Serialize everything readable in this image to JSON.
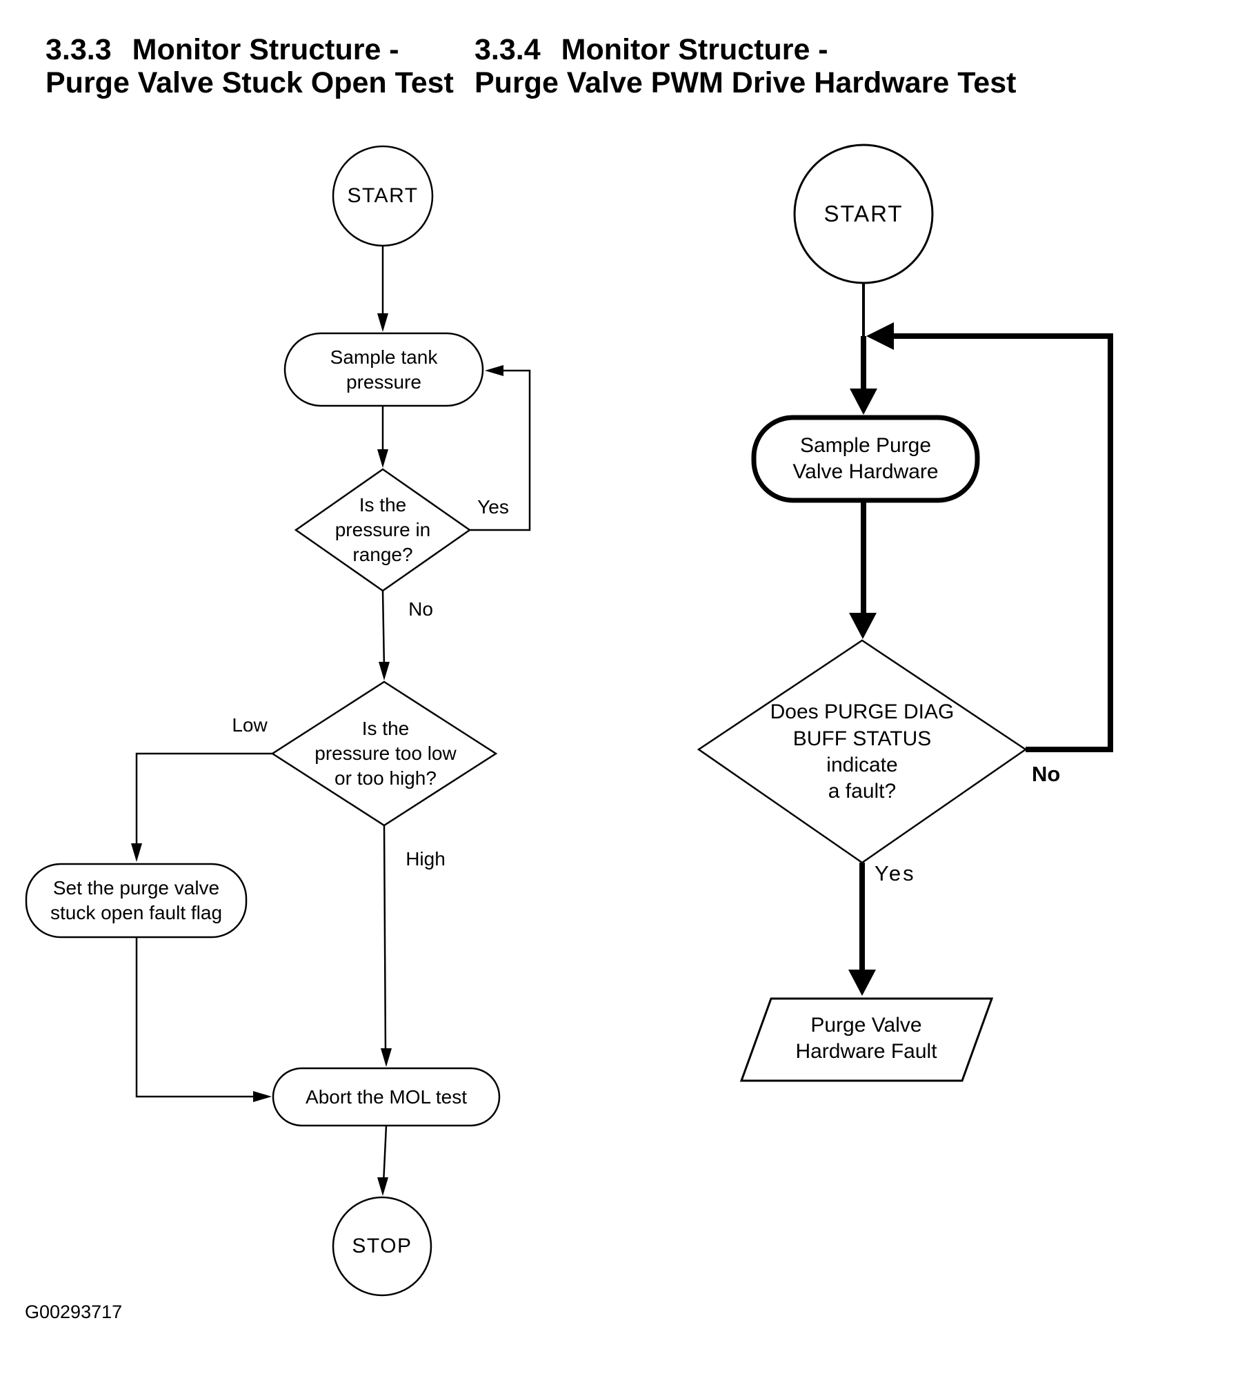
{
  "page": {
    "background": "#ffffff",
    "ink": "#000000",
    "figure_code": "G00293717"
  },
  "charts": [
    {
      "title_number": "3.3.3",
      "title_line1": "Monitor Structure -",
      "title_line2": "Purge Valve Stuck Open Test",
      "nodes": {
        "start": "START",
        "sample": "Sample tank\npressure",
        "decision_range": "Is the\npressure in\nrange?",
        "decision_low_high": "Is the\npressure too low\nor too high?",
        "set_flag": "Set the purge valve\nstuck open fault flag",
        "abort": "Abort the MOL test",
        "stop": "STOP"
      },
      "edge_labels": {
        "yes": "Yes",
        "no": "No",
        "low": "Low",
        "high": "High"
      }
    },
    {
      "title_number": "3.3.4",
      "title_line1": "Monitor Structure -",
      "title_line2": "Purge Valve PWM Drive Hardware Test",
      "nodes": {
        "start": "START",
        "sample": "Sample Purge\nValve Hardware",
        "decision_fault": "Does PURGE DIAG\nBUFF STATUS\nindicate\na fault?",
        "fault_output": "Purge Valve\nHardware Fault"
      },
      "edge_labels": {
        "yes": "Yes",
        "no": "No"
      }
    }
  ]
}
